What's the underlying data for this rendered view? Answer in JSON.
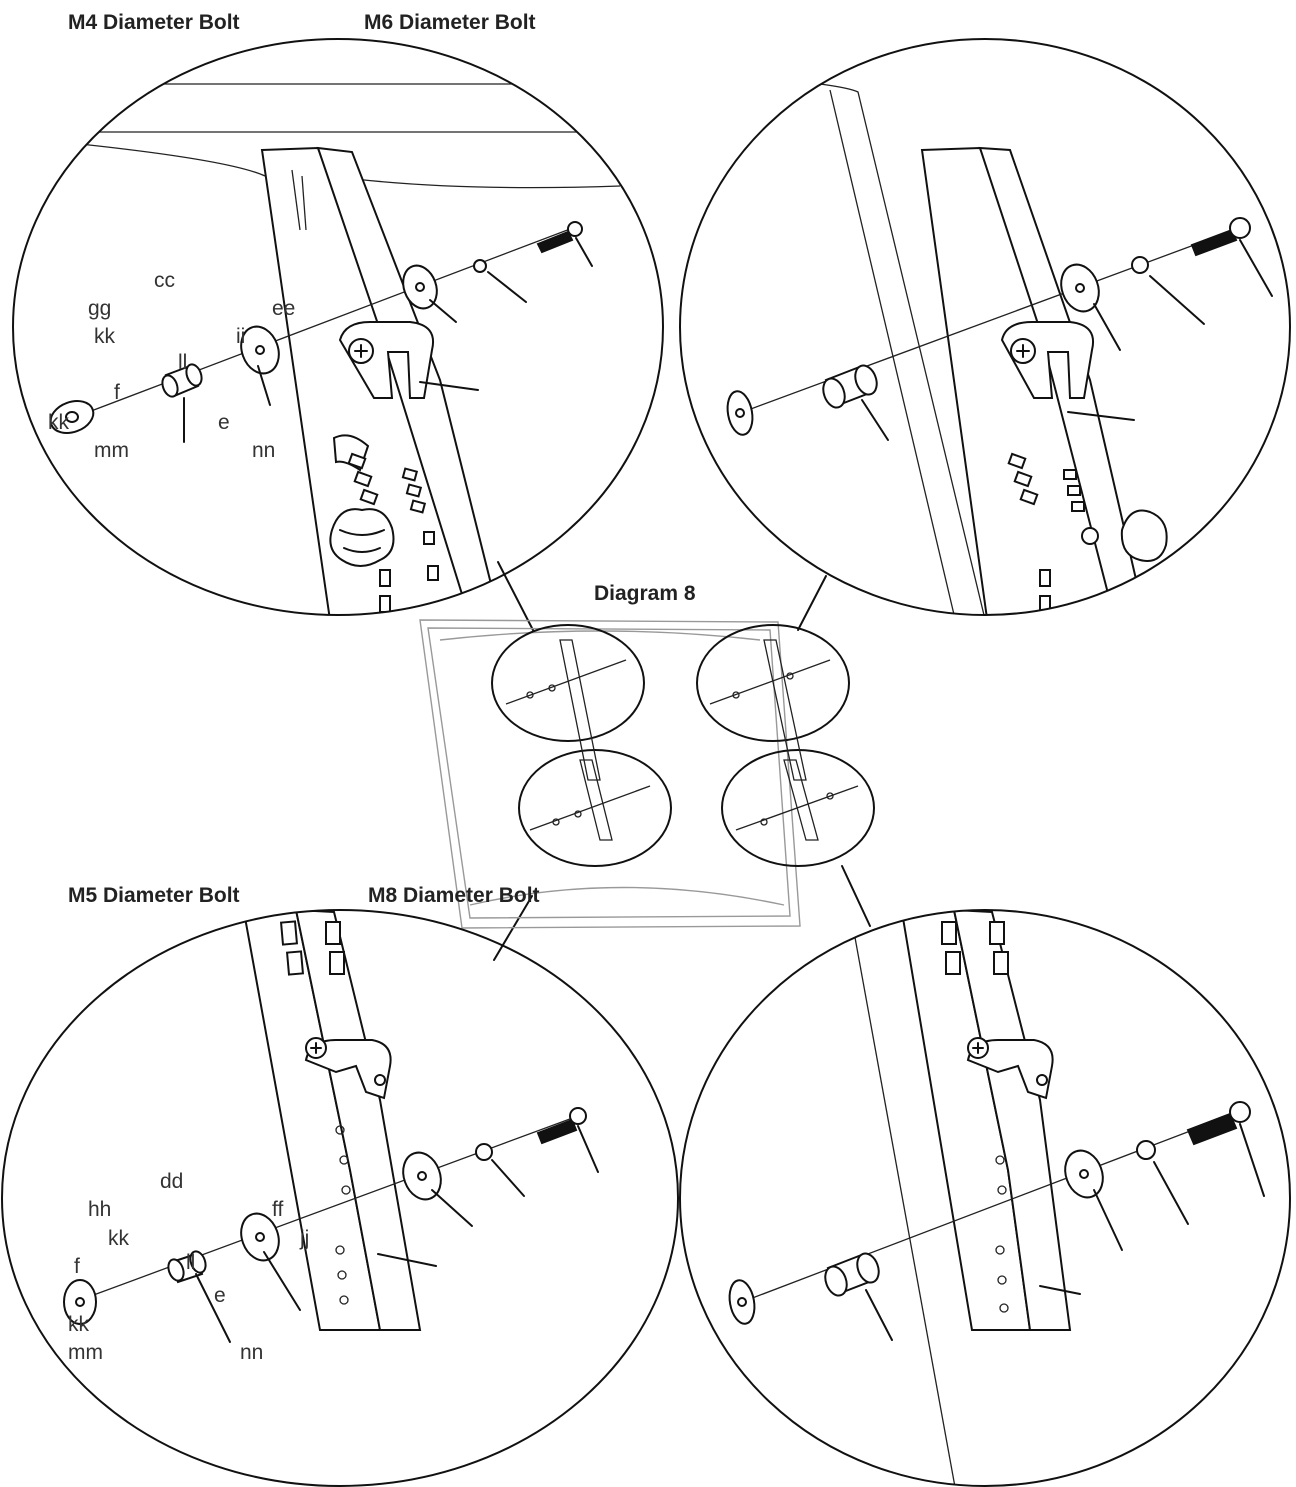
{
  "headings": {
    "m4": "M4 Diameter Bolt",
    "m6": "M6 Diameter Bolt",
    "m5": "M5 Diameter Bolt",
    "m8": "M8 Diameter Bolt",
    "diagram": "Diagram 8"
  },
  "callouts": {
    "top_left": {
      "cc": "cc",
      "gg": "gg",
      "kk1": "kk",
      "ee": "ee",
      "ii": "ii",
      "ll": "ll",
      "f": "f",
      "kk2": "kk",
      "e": "e",
      "mm": "mm",
      "nn": "nn"
    },
    "bottom_left": {
      "dd": "dd",
      "hh": "hh",
      "kk1": "kk",
      "ff": "ff",
      "jj": "jj",
      "f": "f",
      "ll": "ll",
      "e": "e",
      "kk2": "kk",
      "mm": "mm",
      "nn": "nn"
    }
  },
  "colors": {
    "line": "#111111",
    "text": "#222222",
    "panel_outline": "#999999"
  }
}
